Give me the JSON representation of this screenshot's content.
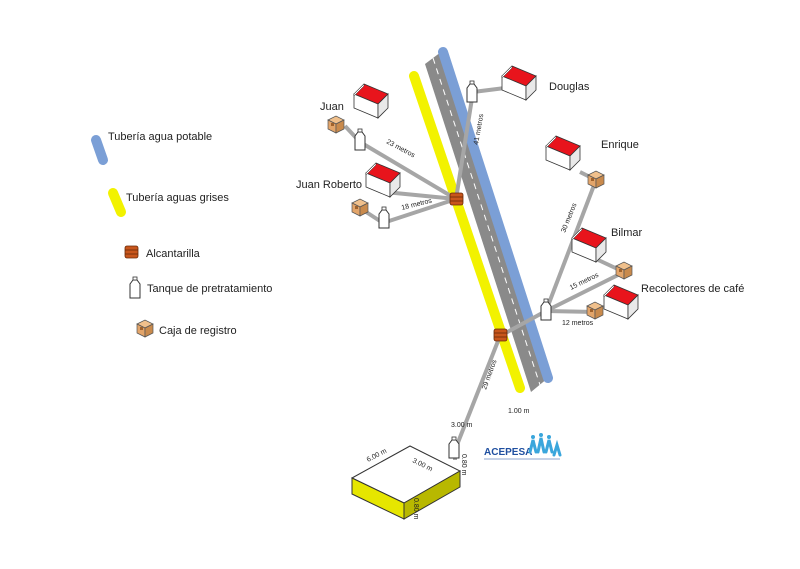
{
  "legend": {
    "potable": "Tubería agua potable",
    "grey": "Tubería aguas grises",
    "sewer": "Alcantarilla",
    "tank": "Tanque de pretratamiento",
    "box": "Caja de registro"
  },
  "houses": {
    "juan": "Juan",
    "juan_roberto": "Juan Roberto",
    "douglas": "Douglas",
    "enrique": "Enrique",
    "bilmar": "Bilmar",
    "recolectores": "Recolectores de café"
  },
  "distances": {
    "d23": "23  metros",
    "d18": "18 metros",
    "d41": "41 metros",
    "d30": "30 metros",
    "d15": "15 metros",
    "d12": "12 metros",
    "d29": "29 metros",
    "d100": "1.00 m",
    "d300a": "3.00 m",
    "d600": "6.00 m",
    "d300b": "3.00 m",
    "d080": "0.80 m",
    "d080b": "0.80 m"
  },
  "logo": {
    "text": "ACEPESA"
  },
  "colors": {
    "potable": "#7b9fd6",
    "grey": "#f2f200",
    "road": "#8a8a8a",
    "pipe": "#a6a6a6",
    "roof": "#e8141c",
    "sewer": "#c8561c",
    "box": "#e3a56a",
    "tank_top": "#ffffff",
    "tank_side": "#e6e600"
  }
}
